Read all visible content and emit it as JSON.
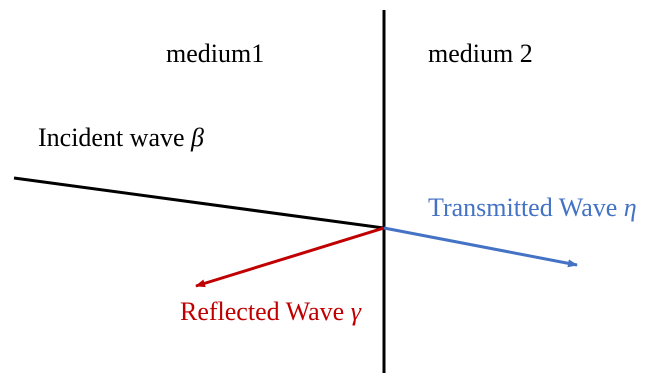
{
  "labels": {
    "medium_left": "medium1",
    "medium_right": "medium 2",
    "incident": {
      "text": "Incident wave ",
      "symbol": "β"
    },
    "transmitted": {
      "text": "Transmitted Wave ",
      "symbol": "η"
    },
    "reflected": {
      "text": "Reflected Wave ",
      "symbol": "γ"
    }
  },
  "colors": {
    "boundary": "#000000",
    "incident": "#000000",
    "transmitted": "#4472C4",
    "reflected": "#C00000",
    "text_default": "#000000"
  }
}
